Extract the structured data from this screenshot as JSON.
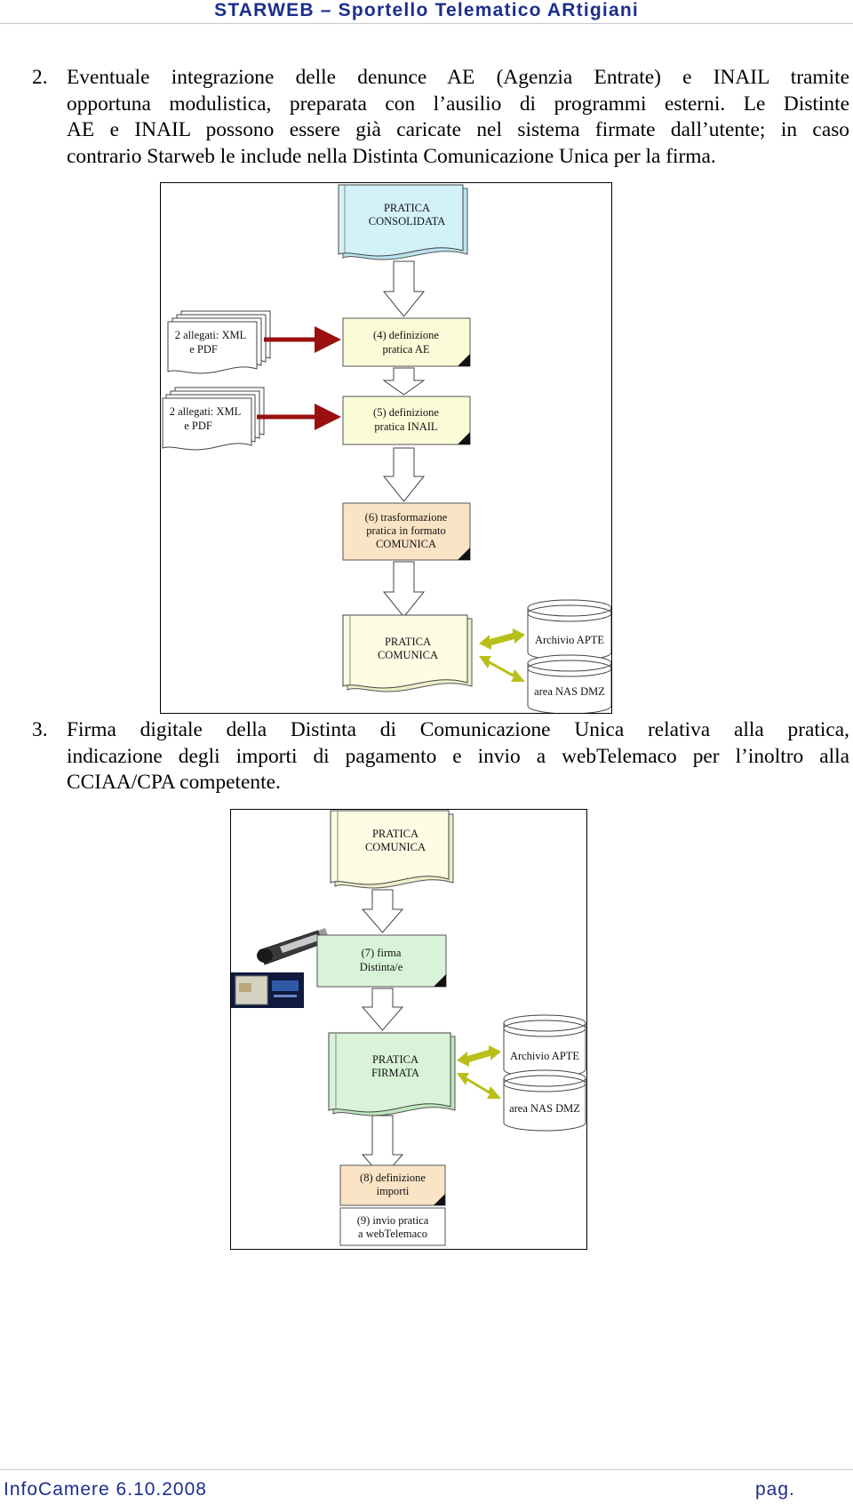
{
  "header": {
    "title": "STARWEB – Sportello Telematico ARtigiani"
  },
  "section2": {
    "number": "2.",
    "line1": "Eventuale integrazione delle denunce AE (Agenzia Entrate) e INAIL tramite",
    "line2": "opportuna modulistica, preparata con l’ausilio di programmi esterni. Le Distinte",
    "line3": "AE e INAIL possono essere già caricate nel sistema firmate dall’utente; in caso",
    "line4": "contrario Starweb le include nella Distinta Comunicazione Unica per la firma."
  },
  "diagram1": {
    "pratica_consolidata": [
      "PRATICA",
      "CONSOLIDATA"
    ],
    "allegati_1": [
      "2 allegati: XML",
      "e PDF"
    ],
    "step4": [
      "(4) definizione",
      "pratica AE"
    ],
    "allegati_2": [
      "2 allegati: XML",
      "e PDF"
    ],
    "step5": [
      "(5) definizione",
      "pratica INAIL"
    ],
    "step6": [
      "(6) trasformazione",
      "pratica in formato",
      "COMUNICA"
    ],
    "pratica_comunica": [
      "PRATICA",
      "COMUNICA"
    ],
    "archivio": "Archivio APTE",
    "nas": "area NAS DMZ"
  },
  "section3": {
    "number": "3.",
    "line1": "Firma digitale della Distinta di Comunicazione Unica relativa alla pratica,",
    "line2": "indicazione degli importi di pagamento e invio a webTelemaco per l’inoltro alla",
    "line3": "CCIAA/CPA competente."
  },
  "diagram2": {
    "pratica_comunica": [
      "PRATICA",
      "COMUNICA"
    ],
    "step7": [
      "(7) firma",
      "Distinta/e"
    ],
    "pratica_firmata": [
      "PRATICA",
      "FIRMATA"
    ],
    "archivio": "Archivio APTE",
    "nas": "area NAS DMZ",
    "step8": [
      "(8) definizione",
      "importi"
    ],
    "step9": [
      "(9) invio pratica",
      "a webTelemaco"
    ]
  },
  "footer": {
    "left": "InfoCamere 6.10.2008",
    "right": "pag."
  },
  "colors": {
    "doc_blue": "#d3f1f9",
    "doc_yellow": "#fdfde4",
    "box_yellow": "#fbfbd8",
    "box_orange": "#fbe3c6",
    "box_green": "#d8f3d8",
    "red_arrow": "#9a0f0f",
    "olive_arrow": "#b9bf1a",
    "header_blue": "#1c2e8c"
  }
}
